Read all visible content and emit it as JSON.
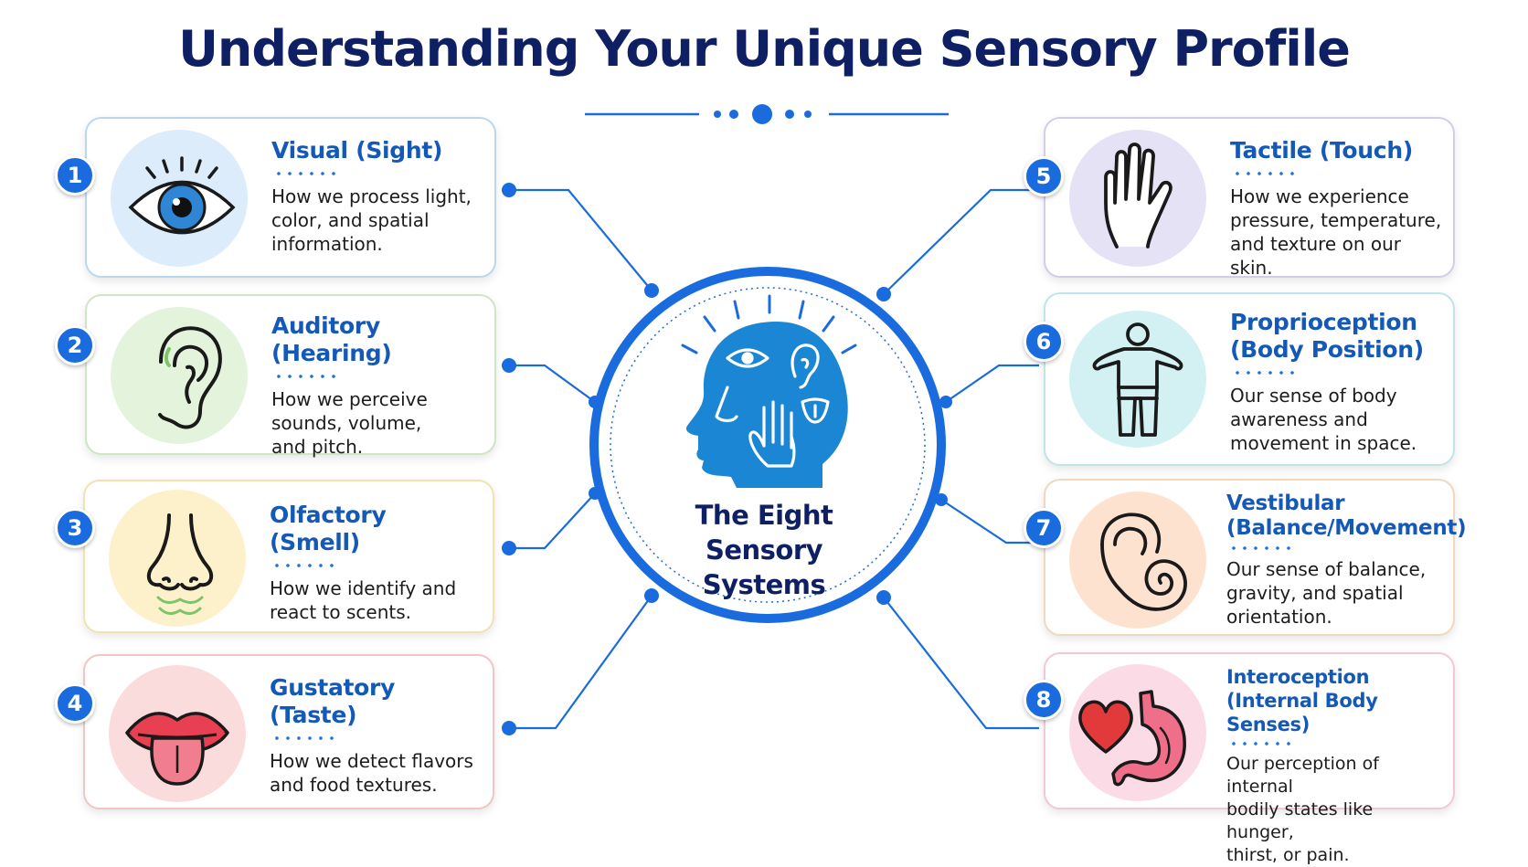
{
  "title": "Understanding Your Unique Sensory Profile",
  "center": {
    "line1": "The Eight",
    "line2": "Sensory Systems"
  },
  "colors": {
    "title": "#0f1f63",
    "accent": "#1a6cde",
    "heading": "#1559b8"
  },
  "senses": [
    {
      "number": "1",
      "title": [
        "Visual (Sight)"
      ],
      "description": [
        "How we process light,",
        "color, and spatial",
        "information."
      ],
      "icon": "eye-icon",
      "border": "#b9d8f0",
      "bg": "#dcecfb"
    },
    {
      "number": "2",
      "title": [
        "Auditory (Hearing)"
      ],
      "description": [
        "How we perceive",
        "sounds, volume,",
        "and pitch."
      ],
      "icon": "ear-icon",
      "border": "#cfe5c4",
      "bg": "#e4f3dc"
    },
    {
      "number": "3",
      "title": [
        "Olfactory (Smell)"
      ],
      "description": [
        "How we identify and",
        "react to scents."
      ],
      "icon": "nose-icon",
      "border": "#f3e2b0",
      "bg": "#fdf1cc"
    },
    {
      "number": "4",
      "title": [
        "Gustatory (Taste)"
      ],
      "description": [
        "How we detect flavors",
        "and food textures."
      ],
      "icon": "mouth-icon",
      "border": "#f3c4c4",
      "bg": "#fbdcdc"
    },
    {
      "number": "5",
      "title": [
        "Tactile (Touch)"
      ],
      "description": [
        "How we experience",
        "pressure, temperature,",
        "and texture on our skin."
      ],
      "icon": "hand-icon",
      "border": "#d3cdea",
      "bg": "#e6e2f6"
    },
    {
      "number": "6",
      "title": [
        "Proprioception",
        "(Body Position)"
      ],
      "description": [
        "Our sense of body",
        "awareness and",
        "movement in space."
      ],
      "icon": "body-icon",
      "border": "#bfe5ea",
      "bg": "#d3f1f3"
    },
    {
      "number": "7",
      "title": [
        "Vestibular",
        "(Balance/Movement)"
      ],
      "description": [
        "Our sense of balance,",
        "gravity, and spatial",
        "orientation."
      ],
      "icon": "inner-ear-icon",
      "border": "#f3d6bc",
      "bg": "#fde3cf"
    },
    {
      "number": "8",
      "title": [
        "Interoception",
        "(Internal Body Senses)"
      ],
      "description": [
        "Our perception of internal",
        "bodily states like hunger,",
        "thirst, or pain."
      ],
      "icon": "heart-stomach-icon",
      "border": "#f0c8d8",
      "bg": "#fbdbe6"
    }
  ]
}
